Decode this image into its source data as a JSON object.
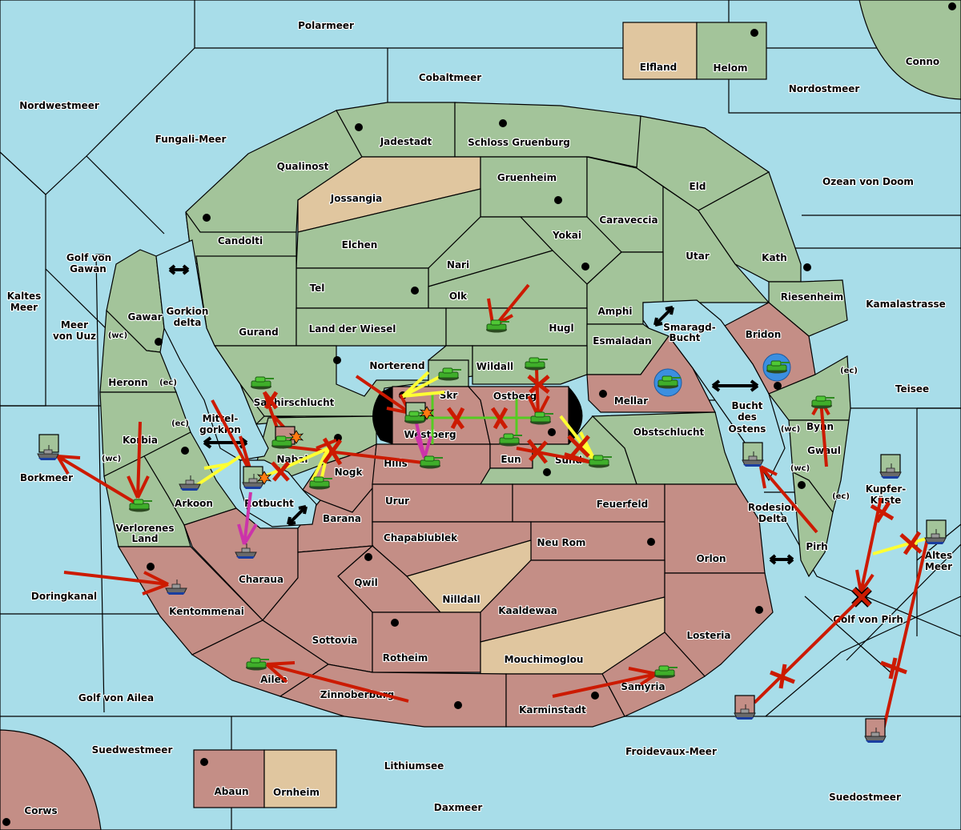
{
  "colors": {
    "sea": "#a8dde9",
    "power_green": "#a3c49a",
    "power_red": "#c48e86",
    "neutral": "#e0c69f",
    "order_move": "#cc1a00",
    "order_support": "#ffff33",
    "order_convoy": "#cc33aa",
    "order_hold_support": "#55cc22",
    "retreat_ring": "#3b8fe0"
  },
  "regions": {
    "sea": [
      {
        "id": "polarmeer",
        "name": "Polarmeer"
      },
      {
        "id": "cobaltmeer",
        "name": "Cobaltmeer"
      },
      {
        "id": "nordwestmeer",
        "name": "Nordwestmeer"
      },
      {
        "id": "fungali",
        "name": "Fungali-Meer"
      },
      {
        "id": "nordostmeer",
        "name": "Nordostmeer"
      },
      {
        "id": "ozean",
        "name": "Ozean von Doom"
      },
      {
        "id": "golf-gawan",
        "name": "Golf von Gawan"
      },
      {
        "id": "kaltes",
        "name": "Kaltes Meer"
      },
      {
        "id": "uuz",
        "name": "Meer von Uuz"
      },
      {
        "id": "gorkion-delta",
        "name": "Gorkion delta"
      },
      {
        "id": "mittelgorkion",
        "name": "Mittel-gorkion"
      },
      {
        "id": "rotbucht",
        "name": "Rotbucht"
      },
      {
        "id": "borkmeer",
        "name": "Borkmeer"
      },
      {
        "id": "doringkanal",
        "name": "Doringkanal"
      },
      {
        "id": "golf-ailea",
        "name": "Golf von Ailea"
      },
      {
        "id": "suedwestmeer",
        "name": "Suedwestmeer"
      },
      {
        "id": "lithiumsee",
        "name": "Lithiumsee"
      },
      {
        "id": "daxmeer",
        "name": "Daxmeer"
      },
      {
        "id": "froidevaux",
        "name": "Froidevaux-Meer"
      },
      {
        "id": "suedostmeer",
        "name": "Suedostmeer"
      },
      {
        "id": "golf-pirh",
        "name": "Golf von Pirh"
      },
      {
        "id": "altes",
        "name": "Altes Meer"
      },
      {
        "id": "kupfer",
        "name": "Kupfer-Küste"
      },
      {
        "id": "teisee",
        "name": "Teisee"
      },
      {
        "id": "kamala",
        "name": "Kamalastrasse"
      },
      {
        "id": "smaragd",
        "name": "Smaragd-Bucht"
      },
      {
        "id": "bucht-ostens",
        "name": "Bucht des Ostens"
      },
      {
        "id": "rodesion",
        "name": "Rodesion Delta"
      }
    ],
    "land": [
      {
        "name": "Elfland",
        "owner": "neutral"
      },
      {
        "name": "Helom",
        "owner": "green",
        "supply_center": true
      },
      {
        "name": "Conno",
        "owner": "green",
        "supply_center": true
      },
      {
        "name": "Jadestadt",
        "owner": "green",
        "supply_center": true
      },
      {
        "name": "Schloss Gruenburg",
        "owner": "green",
        "supply_center": true
      },
      {
        "name": "Qualinost",
        "owner": "green"
      },
      {
        "name": "Jossangia",
        "owner": "neutral"
      },
      {
        "name": "Gruenheim",
        "owner": "green",
        "supply_center": true
      },
      {
        "name": "Eld",
        "owner": "green"
      },
      {
        "name": "Candolti",
        "owner": "green",
        "supply_center": true
      },
      {
        "name": "Elchen",
        "owner": "green"
      },
      {
        "name": "Caraveccia",
        "owner": "green"
      },
      {
        "name": "Yokai",
        "owner": "green",
        "supply_center": true
      },
      {
        "name": "Nari",
        "owner": "green"
      },
      {
        "name": "Utar",
        "owner": "green"
      },
      {
        "name": "Kath",
        "owner": "green",
        "supply_center": true
      },
      {
        "name": "Tel",
        "owner": "green",
        "supply_center": true
      },
      {
        "name": "Olk",
        "owner": "green"
      },
      {
        "name": "Amphi",
        "owner": "green"
      },
      {
        "name": "Riesenheim",
        "owner": "green"
      },
      {
        "name": "Gurand",
        "owner": "green"
      },
      {
        "name": "Land der Wiesel",
        "owner": "green"
      },
      {
        "name": "Hugl",
        "owner": "green"
      },
      {
        "name": "Esmaladan",
        "owner": "green"
      },
      {
        "name": "Bridon",
        "owner": "red",
        "supply_center": true
      },
      {
        "name": "Gawar",
        "owner": "green",
        "supply_center": true
      },
      {
        "name": "Heronn",
        "owner": "green"
      },
      {
        "name": "Norterend",
        "owner": "green",
        "supply_center": true
      },
      {
        "name": "Wildall",
        "owner": "green"
      },
      {
        "name": "Skr",
        "owner": "green"
      },
      {
        "name": "Ostberg",
        "owner": "red"
      },
      {
        "name": "Westberg",
        "owner": "red",
        "supply_center": true
      },
      {
        "name": "Mellar",
        "owner": "red",
        "supply_center": true
      },
      {
        "name": "Saphirschlucht",
        "owner": "green"
      },
      {
        "name": "Obstschlucht",
        "owner": "green"
      },
      {
        "name": "Bynn",
        "owner": "green"
      },
      {
        "name": "Gwaul",
        "owner": "green"
      },
      {
        "name": "Korbia",
        "owner": "green"
      },
      {
        "name": "Arkoon",
        "owner": "green",
        "supply_center": true
      },
      {
        "name": "Nabai",
        "owner": "green"
      },
      {
        "name": "Nogk",
        "owner": "red",
        "supply_center": true
      },
      {
        "name": "Hills",
        "owner": "red"
      },
      {
        "name": "Eun",
        "owner": "red",
        "supply_center": true
      },
      {
        "name": "Sund",
        "owner": "green",
        "supply_center": true
      },
      {
        "name": "Pirh",
        "owner": "green",
        "supply_center": true
      },
      {
        "name": "Verlorenes Land",
        "owner": "green"
      },
      {
        "name": "Urur",
        "owner": "red"
      },
      {
        "name": "Feuerfeld",
        "owner": "red"
      },
      {
        "name": "Barana",
        "owner": "red"
      },
      {
        "name": "Chapablublek",
        "owner": "red"
      },
      {
        "name": "Neu Rom",
        "owner": "red",
        "supply_center": true
      },
      {
        "name": "Orlon",
        "owner": "red"
      },
      {
        "name": "Charaua",
        "owner": "red"
      },
      {
        "name": "Qwil",
        "owner": "red",
        "supply_center": true
      },
      {
        "name": "Nilldall",
        "owner": "neutral"
      },
      {
        "name": "Kentommenai",
        "owner": "red",
        "supply_center": true
      },
      {
        "name": "Kaaldewaa",
        "owner": "red"
      },
      {
        "name": "Sottovia",
        "owner": "red"
      },
      {
        "name": "Rotheim",
        "owner": "red",
        "supply_center": true
      },
      {
        "name": "Mouchimoglou",
        "owner": "neutral"
      },
      {
        "name": "Losteria",
        "owner": "red",
        "supply_center": true
      },
      {
        "name": "Ailea",
        "owner": "red"
      },
      {
        "name": "Zinnoberburg",
        "owner": "red",
        "supply_center": true
      },
      {
        "name": "Samyria",
        "owner": "red"
      },
      {
        "name": "Karminstadt",
        "owner": "red",
        "supply_center": true
      },
      {
        "name": "Abaun",
        "owner": "red",
        "supply_center": true
      },
      {
        "name": "Ornheim",
        "owner": "neutral"
      },
      {
        "name": "Corws",
        "owner": "red",
        "supply_center": true
      }
    ]
  },
  "coast_tags": {
    "wc": "(wc)",
    "ec": "(ec)"
  },
  "labels": {
    "polarmeer": "Polarmeer",
    "cobaltmeer": "Cobaltmeer",
    "nordwestmeer": "Nordwestmeer",
    "fungali": "Fungali-Meer",
    "nordostmeer": "Nordostmeer",
    "ozean": "Ozean von Doom",
    "golf_gawan_1": "Golf von",
    "golf_gawan_2": "Gawan",
    "kaltes_1": "Kaltes",
    "kaltes_2": "Meer",
    "uuz_1": "Meer",
    "uuz_2": "von Uuz",
    "gorkion_1": "Gorkion",
    "gorkion_2": "delta",
    "mittel_1": "Mittel-",
    "mittel_2": "gorkion",
    "rotbucht": "Rotbucht",
    "borkmeer": "Borkmeer",
    "doringkanal": "Doringkanal",
    "golf_ailea": "Golf von Ailea",
    "suedwestmeer": "Suedwestmeer",
    "lithiumsee": "Lithiumsee",
    "daxmeer": "Daxmeer",
    "froidevaux": "Froidevaux-Meer",
    "suedostmeer": "Suedostmeer",
    "golf_pirh": "Golf von Pirh",
    "altes_1": "Altes",
    "altes_2": "Meer",
    "kupfer_1": "Kupfer-",
    "kupfer_2": "Küste",
    "teisee": "Teisee",
    "kamala": "Kamalastrasse",
    "smaragd_1": "Smaragd-",
    "smaragd_2": "Bucht",
    "bucht_1": "Bucht",
    "bucht_2": "des",
    "bucht_3": "Ostens",
    "rodesion_1": "Rodesion",
    "rodesion_2": "Delta",
    "elfland": "Elfland",
    "helom": "Helom",
    "conno": "Conno",
    "jadestadt": "Jadestadt",
    "schloss": "Schloss Gruenburg",
    "qualinost": "Qualinost",
    "jossangia": "Jossangia",
    "gruenheim": "Gruenheim",
    "eld": "Eld",
    "candolti": "Candolti",
    "elchen": "Elchen",
    "caraveccia": "Caraveccia",
    "yokai": "Yokai",
    "nari": "Nari",
    "utar": "Utar",
    "kath": "Kath",
    "tel": "Tel",
    "olk": "Olk",
    "amphi": "Amphi",
    "riesenheim": "Riesenheim",
    "gurand": "Gurand",
    "wiesel": "Land der Wiesel",
    "hugl": "Hugl",
    "esmaladan": "Esmaladan",
    "bridon": "Bridon",
    "gawar": "Gawar",
    "heronn": "Heronn",
    "norterend": "Norterend",
    "wildall": "Wildall",
    "skr": "Skr",
    "ostberg": "Ostberg",
    "westberg": "Westberg",
    "mellar": "Mellar",
    "saphir": "Saphirschlucht",
    "obst": "Obstschlucht",
    "bynn": "Bynn",
    "gwaul": "Gwaul",
    "korbia": "Korbia",
    "arkoon": "Arkoon",
    "nabai": "Nabai",
    "nogk": "Nogk",
    "hills": "Hills",
    "eun": "Eun",
    "sund": "Sund",
    "pirh": "Pirh",
    "verlorenes_1": "Verlorenes",
    "verlorenes_2": "Land",
    "urur": "Urur",
    "feuerfeld": "Feuerfeld",
    "barana": "Barana",
    "chapa": "Chapablublek",
    "neurom": "Neu Rom",
    "orlon": "Orlon",
    "charaua": "Charaua",
    "qwil": "Qwil",
    "nilldall": "Nilldall",
    "kentommenai": "Kentommenai",
    "kaaldewaa": "Kaaldewaa",
    "sottovia": "Sottovia",
    "rotheim": "Rotheim",
    "mouchi": "Mouchimoglou",
    "losteria": "Losteria",
    "ailea": "Ailea",
    "zinnoberburg": "Zinnoberburg",
    "samyria": "Samyria",
    "karminstadt": "Karminstadt",
    "abaun": "Abaun",
    "ornheim": "Ornheim",
    "corws": "Corws"
  },
  "units": [
    {
      "type": "army",
      "power": "green",
      "location": "Hugl"
    },
    {
      "type": "army",
      "power": "green",
      "location": "Skr"
    },
    {
      "type": "army",
      "power": "green",
      "location": "Westberg",
      "dislodged": true
    },
    {
      "type": "army",
      "power": "green",
      "location": "Hills"
    },
    {
      "type": "army",
      "power": "green",
      "location": "Wildall"
    },
    {
      "type": "army",
      "power": "green",
      "location": "Ostberg"
    },
    {
      "type": "army",
      "power": "green",
      "location": "Eun"
    },
    {
      "type": "army",
      "power": "green",
      "location": "Sund"
    },
    {
      "type": "army",
      "power": "green",
      "location": "Mellar",
      "retreating": true
    },
    {
      "type": "army",
      "power": "green",
      "location": "Bridon",
      "retreating": true
    },
    {
      "type": "army",
      "power": "green",
      "location": "Bynn"
    },
    {
      "type": "army",
      "power": "green",
      "location": "Saphirschlucht"
    },
    {
      "type": "army",
      "power": "green",
      "location": "Nabai",
      "dislodged": true
    },
    {
      "type": "army",
      "power": "green",
      "location": "Nogk"
    },
    {
      "type": "army",
      "power": "green",
      "location": "Verlorenes Land"
    },
    {
      "type": "army",
      "power": "green",
      "location": "Ailea"
    },
    {
      "type": "army",
      "power": "green",
      "location": "Samyria"
    },
    {
      "type": "fleet",
      "power": "green",
      "location": "Borkmeer"
    },
    {
      "type": "fleet",
      "power": "green",
      "location": "Arkoon"
    },
    {
      "type": "fleet",
      "power": "green",
      "location": "Rotbucht",
      "dislodged": true
    },
    {
      "type": "fleet",
      "power": "green",
      "location": "Charaua"
    },
    {
      "type": "fleet",
      "power": "green",
      "location": "Kentommenai"
    },
    {
      "type": "fleet",
      "power": "green",
      "location": "Bucht des Ostens"
    },
    {
      "type": "fleet",
      "power": "green",
      "location": "Kupfer-Küste"
    },
    {
      "type": "fleet",
      "power": "green",
      "location": "Altes Meer"
    },
    {
      "type": "fleet",
      "power": "red",
      "location": "Froidevaux-Meer"
    },
    {
      "type": "fleet",
      "power": "red",
      "location": "Suedostmeer"
    }
  ]
}
